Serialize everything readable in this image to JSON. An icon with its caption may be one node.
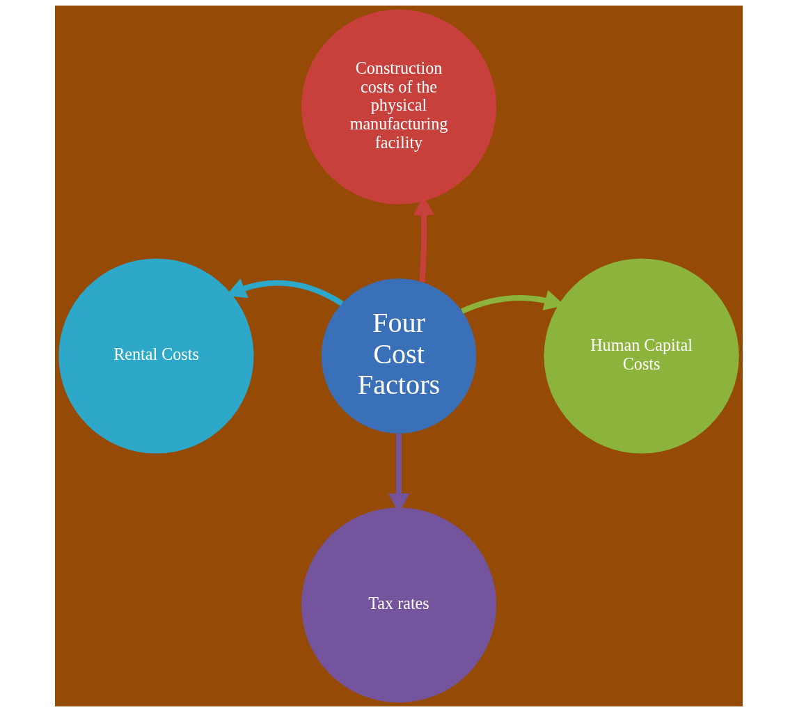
{
  "diagram": {
    "nodes": [
      {
        "text": [
          "Construction costs of the physical manufacturing facility"
        ]
      },
      {
        "text": [
          "Rental Costs"
        ]
      },
      {
        "text": [
          "Four Cost Factors"
        ]
      },
      {
        "text": [
          "Human Capital Costs"
        ]
      },
      {
        "text": [
          "Tax rates"
        ]
      }
    ],
    "edges": [
      {
        "from": 2,
        "to": 0,
        "arrow": "to",
        "color": "#c8403c"
      },
      {
        "from": 2,
        "to": 1,
        "arrow": "to",
        "color": "#2ea8c8"
      },
      {
        "from": 2,
        "to": 3,
        "arrow": "to",
        "color": "#8cb43c"
      },
      {
        "from": 2,
        "to": 4,
        "arrow": "to",
        "color": "#74549c"
      }
    ]
  }
}
